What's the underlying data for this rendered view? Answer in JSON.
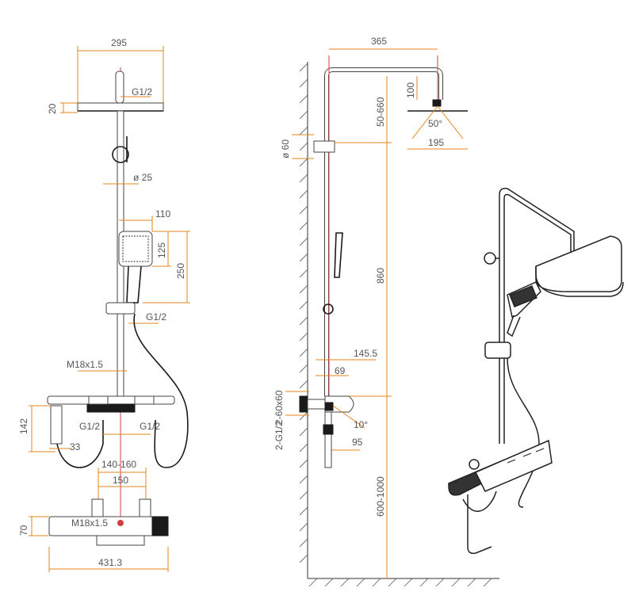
{
  "front_view": {
    "labels": [
      "295",
      "20",
      "G1/2",
      "ø 25",
      "110",
      "125",
      "250",
      "G1/2",
      "M18x1.5",
      "142",
      "G1/2",
      "G1/2",
      "33",
      "140-160",
      "150",
      "70",
      "M18x1.5",
      "431.3"
    ]
  },
  "side_view": {
    "labels": [
      "365",
      "50-660",
      "100",
      "ø 60",
      "50°",
      "195",
      "860",
      "145.5",
      "69",
      "2-60x60",
      "2-G1/2",
      "10°",
      "95",
      "600-1000"
    ]
  }
}
